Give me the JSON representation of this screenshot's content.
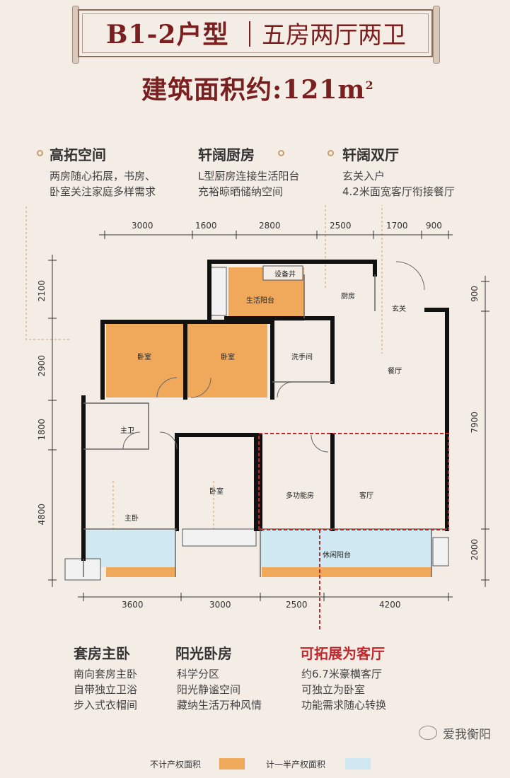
{
  "header": {
    "title_left": "B1-2户型",
    "title_right": "五房两厅两卫",
    "area_text": "建筑面积约:121m",
    "area_sup": "2"
  },
  "features_top": [
    {
      "title": "高拓空间",
      "lines": [
        "两房随心拓展，书房、",
        "卧室关注家庭多样需求"
      ]
    },
    {
      "title": "轩阔厨房",
      "lines": [
        "L型厨房连接生活阳台",
        "充裕晾晒储纳空间"
      ]
    },
    {
      "title": "轩阔双厅",
      "lines": [
        "玄关入户",
        "4.2米面宽客厅衔接餐厅"
      ]
    }
  ],
  "features_bottom": [
    {
      "title": "套房主卧",
      "lines": [
        "南向套房主卧",
        "自带独立卫浴",
        "步入式衣帽间"
      ]
    },
    {
      "title": "阳光卧房",
      "lines": [
        "科学分区",
        "阳光静谧空间",
        "藏纳生活万种风情"
      ]
    },
    {
      "title": "可拓展为客厅",
      "lines": [
        "约6.7米豪横客厅",
        "可独立为卧室",
        "功能需求随心转换"
      ]
    }
  ],
  "dimensions": {
    "top": [
      "3000",
      "1600",
      "2800",
      "2500",
      "1700",
      "900"
    ],
    "bottom": [
      "3600",
      "3000",
      "2500",
      "4200"
    ],
    "left": [
      "2100",
      "2900",
      "1800",
      "4800"
    ],
    "right": [
      "900",
      "7900",
      "2000"
    ]
  },
  "rooms": {
    "equipment_well": "设备井",
    "living_balcony": "生活阳台",
    "kitchen": "厨房",
    "foyer": "玄关",
    "bedroom_1": "卧室",
    "bedroom_2": "卧室",
    "washroom": "洗手间",
    "dining": "餐厅",
    "master_bath": "主卫",
    "bedroom_3": "卧室",
    "multi_room": "多功能房",
    "living_room": "客厅",
    "master_bedroom": "主卧",
    "leisure_balcony": "休闲阳台"
  },
  "legend": {
    "not_counted": "不计产权面积",
    "half_counted": "计一半产权面积",
    "not_counted_color": "#f0a95a",
    "half_counted_color": "#cfe8f2"
  },
  "watermark": "爱我衡阳",
  "colors": {
    "title_red": "#7a1f1f",
    "accent_red": "#c0282d",
    "wall": "#111111"
  }
}
